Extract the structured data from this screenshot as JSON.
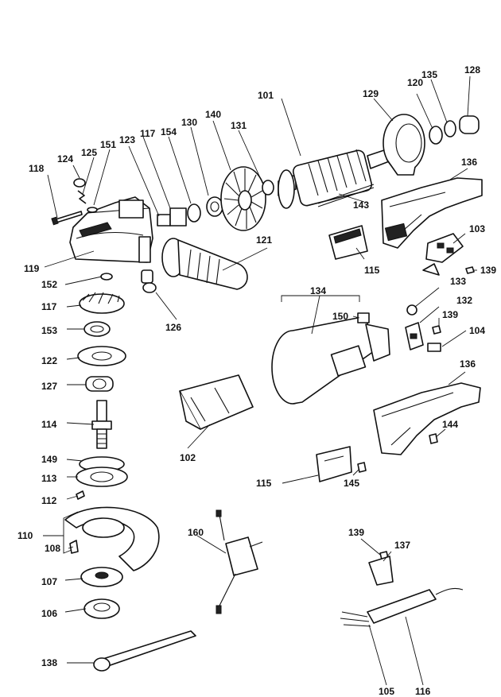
{
  "diagram": {
    "labels": [
      "101",
      "102",
      "103",
      "104",
      "105",
      "106",
      "107",
      "108",
      "110",
      "112",
      "113",
      "114",
      "115",
      "115",
      "116",
      "117",
      "117",
      "118",
      "119",
      "120",
      "121",
      "122",
      "123",
      "124",
      "125",
      "126",
      "127",
      "128",
      "129",
      "130",
      "131",
      "132",
      "133",
      "134",
      "135",
      "136",
      "136",
      "137",
      "138",
      "139",
      "139",
      "139",
      "140",
      "143",
      "144",
      "145",
      "149",
      "150",
      "151",
      "152",
      "153",
      "154",
      "160"
    ]
  }
}
